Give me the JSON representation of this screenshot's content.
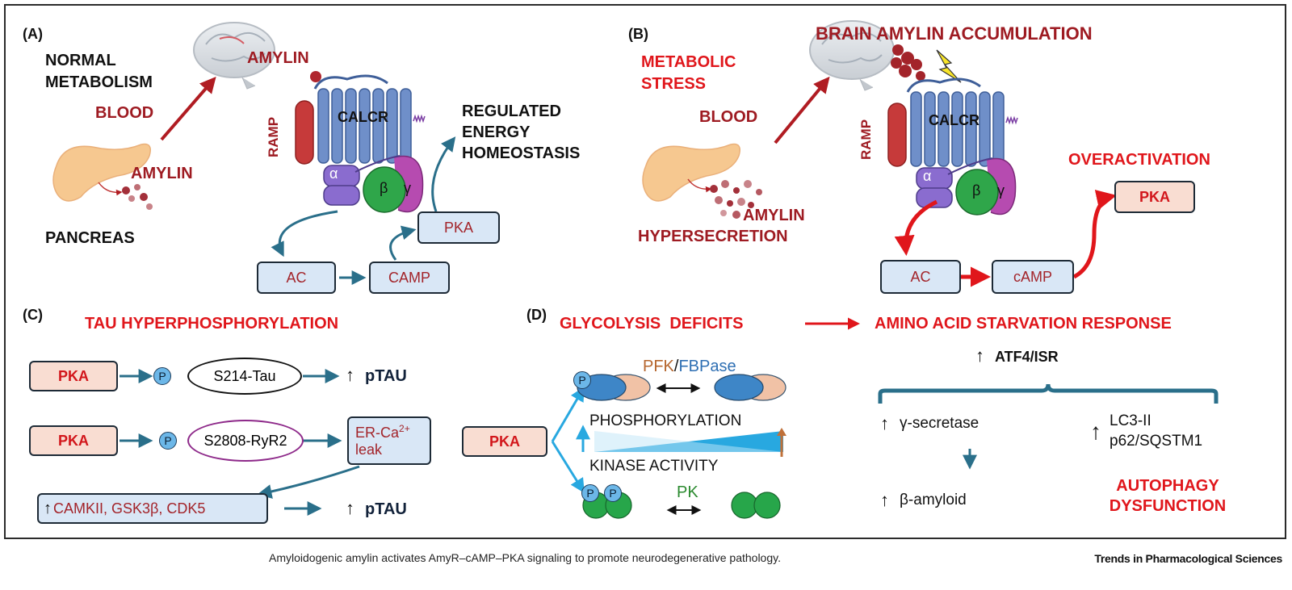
{
  "panel_a": {
    "letter": "(A)",
    "normal_metabolism": "NORMAL METABOLISM",
    "blood": "BLOOD",
    "amylin_brain": "AMYLIN",
    "amylin_pancreas": "AMYLIN",
    "pancreas": "PANCREAS",
    "ramp": "RAMP",
    "calcr": "CALCR",
    "alpha": "α",
    "beta": "β",
    "gamma": "γ",
    "outcome": "REGULATED ENERGY HOMEOSTASIS",
    "ac": "AC",
    "camp": "CAMP",
    "pka": "PKA"
  },
  "panel_b": {
    "letter": "(B)",
    "brain_accumulation": "BRAIN AMYLIN ACCUMULATION",
    "metabolic_stress": "METABOLIC STRESS",
    "blood": "BLOOD",
    "amylin": "AMYLIN",
    "hypersecretion": "HYPERSECRETION",
    "ramp": "RAMP",
    "calcr": "CALCR",
    "alpha": "α",
    "beta": "β",
    "gamma": "γ",
    "overactivation": "OVERACTIVATION",
    "pka": "PKA",
    "ac": "AC",
    "camp": "cAMP"
  },
  "panel_c": {
    "letter": "(C)",
    "title": "TAU HYPERPHOSPHORYLATION",
    "pka": "PKA",
    "p": "P",
    "s214": "S214-Tau",
    "ptau": "pTAU",
    "s2808": "S2808-RyR2",
    "er_ca": "ER-Ca",
    "er_ca_sup": "2+",
    "leak": "leak",
    "kinases": "CAMKII, GSK3β, CDK5",
    "up_arrow": "↑"
  },
  "panel_d": {
    "letter": "(D)",
    "glycolysis": "GLYCOLYSIS  DEFICITS",
    "starvation": "AMINO ACID STARVATION RESPONSE",
    "atf4": "ATF4/ISR",
    "pka": "PKA",
    "pfk": "PFK",
    "slash": "/",
    "fbpase": "FBPase",
    "phosphorylation": "PHOSPHORYLATION",
    "kinase_activity": "KINASE ACTIVITY",
    "pk": "PK",
    "p": "P",
    "double_arrow": "↔",
    "gamma_secretase": "γ-secretase",
    "beta_amyloid": "β-amyloid",
    "lc3": "LC3-II",
    "p62": "p62/SQSTM1",
    "autophagy": "AUTOPHAGY DYSFUNCTION",
    "up_arrow": "↑"
  },
  "caption": "Amyloidogenic amylin activates AmyR–cAMP–PKA signaling to promote neurodegenerative pathology.",
  "journal": "Trends in Pharmacological Sciences",
  "colors": {
    "dark_red": "#9e1b22",
    "bright_red": "#e0161b",
    "teal_arrow": "#2a6f8a",
    "box_blue": "#d9e7f6",
    "box_pink": "#f9ddd2",
    "receptor_blue": "#6f8fc9"
  }
}
